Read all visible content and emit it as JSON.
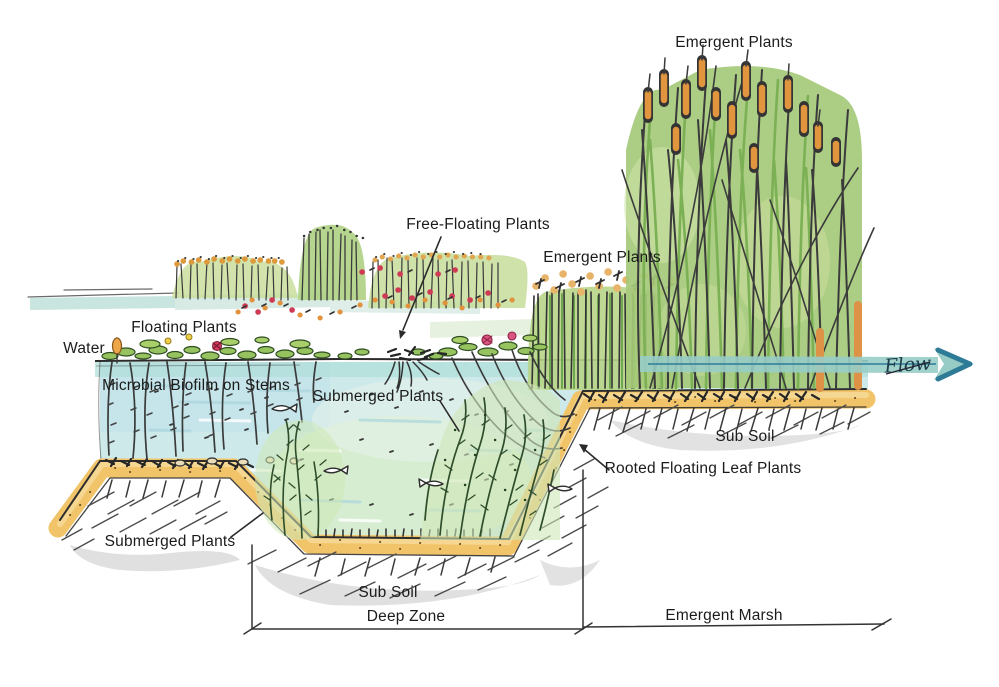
{
  "diagram": {
    "type": "constructed-wetland-cross-section",
    "labels": {
      "emergent_top": "Emergent Plants",
      "free_floating": "Free-Floating Plants",
      "emergent_mid": "Emergent Plants",
      "floating": "Floating Plants",
      "water": "Water",
      "microbial": "Microbial Biofilm on Stems",
      "submerged_upper": "Submerged Plants",
      "sub_soil_right": "Sub Soil",
      "rooted_floating": "Rooted Floating Leaf Plants",
      "submerged_lower": "Submerged Plants",
      "sub_soil_bottom": "Sub Soil",
      "deep_zone": "Deep Zone",
      "emergent_marsh": "Emergent Marsh",
      "flow": "Flow"
    },
    "colors": {
      "ink": "#2d2d2d",
      "water": "#cde9e9",
      "water_band": "#aeded9",
      "soil": "#f1c46a",
      "subsoil_shadow": "#c6c6c6",
      "reed_green": "#a5c979",
      "cattail_orange": "#e2953f",
      "flow_teal": "#98cdc6",
      "flower_red": "#d23a5c",
      "flower_pink": "#db5580"
    }
  }
}
